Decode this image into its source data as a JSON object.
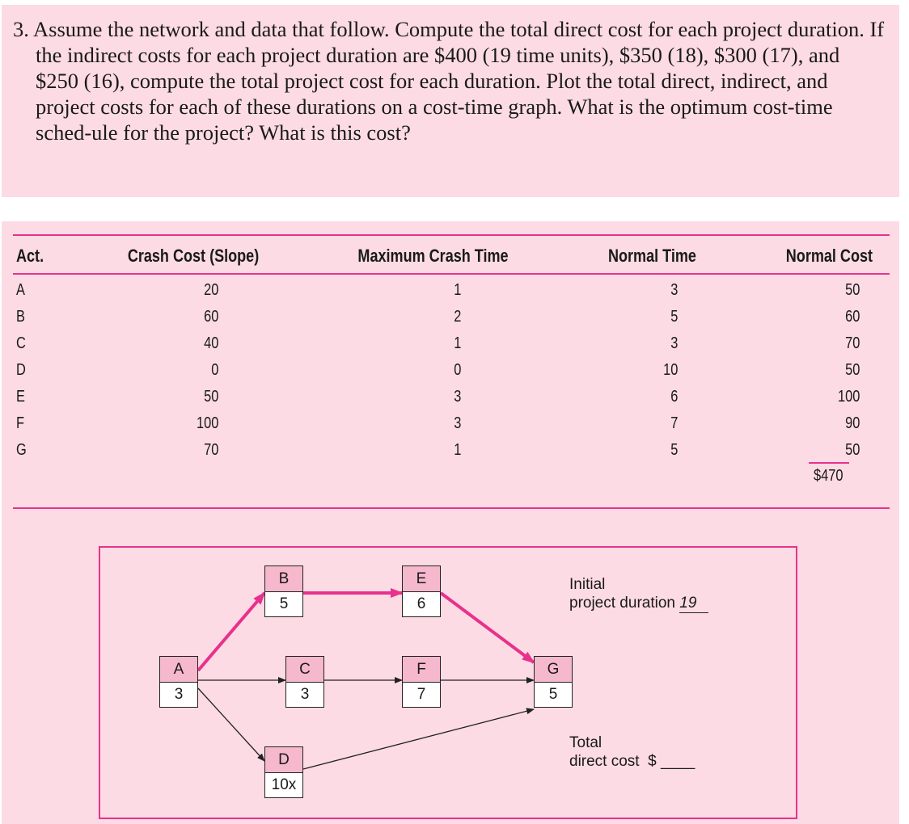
{
  "problem": {
    "text": "3. Assume the network and data that follow. Compute the total direct cost for each project duration. If the indirect costs for each project duration are $400 (19 time units), $350 (18), $300 (17), and $250 (16), compute the total project cost for each duration. Plot the total direct, indirect, and project costs for each of these durations on a cost-time graph. What is the optimum cost-time sched-ule for the project? What is this cost?"
  },
  "table": {
    "headers": [
      "Act.",
      "Crash Cost (Slope)",
      "Maximum Crash Time",
      "Normal Time",
      "Normal Cost"
    ],
    "rows": [
      [
        "A",
        "20",
        "1",
        "3",
        "50"
      ],
      [
        "B",
        "60",
        "2",
        "5",
        "60"
      ],
      [
        "C",
        "40",
        "1",
        "3",
        "70"
      ],
      [
        "D",
        "0",
        "0",
        "10",
        "50"
      ],
      [
        "E",
        "50",
        "3",
        "6",
        "100"
      ],
      [
        "F",
        "100",
        "3",
        "7",
        "90"
      ],
      [
        "G",
        "70",
        "1",
        "5",
        "50"
      ]
    ],
    "total": "$470"
  },
  "network": {
    "nodes": [
      {
        "label": "A",
        "duration": "3"
      },
      {
        "label": "B",
        "duration": "5"
      },
      {
        "label": "C",
        "duration": "3"
      },
      {
        "label": "D",
        "duration": "10x"
      },
      {
        "label": "E",
        "duration": "6"
      },
      {
        "label": "F",
        "duration": "7"
      },
      {
        "label": "G",
        "duration": "5"
      }
    ],
    "critical_color": "#e8318c",
    "initial_label_1": "Initial",
    "initial_label_2": "project duration",
    "initial_value": "19",
    "total_label_1": "Total",
    "total_label_2": "direct cost  $",
    "total_value": "____"
  }
}
